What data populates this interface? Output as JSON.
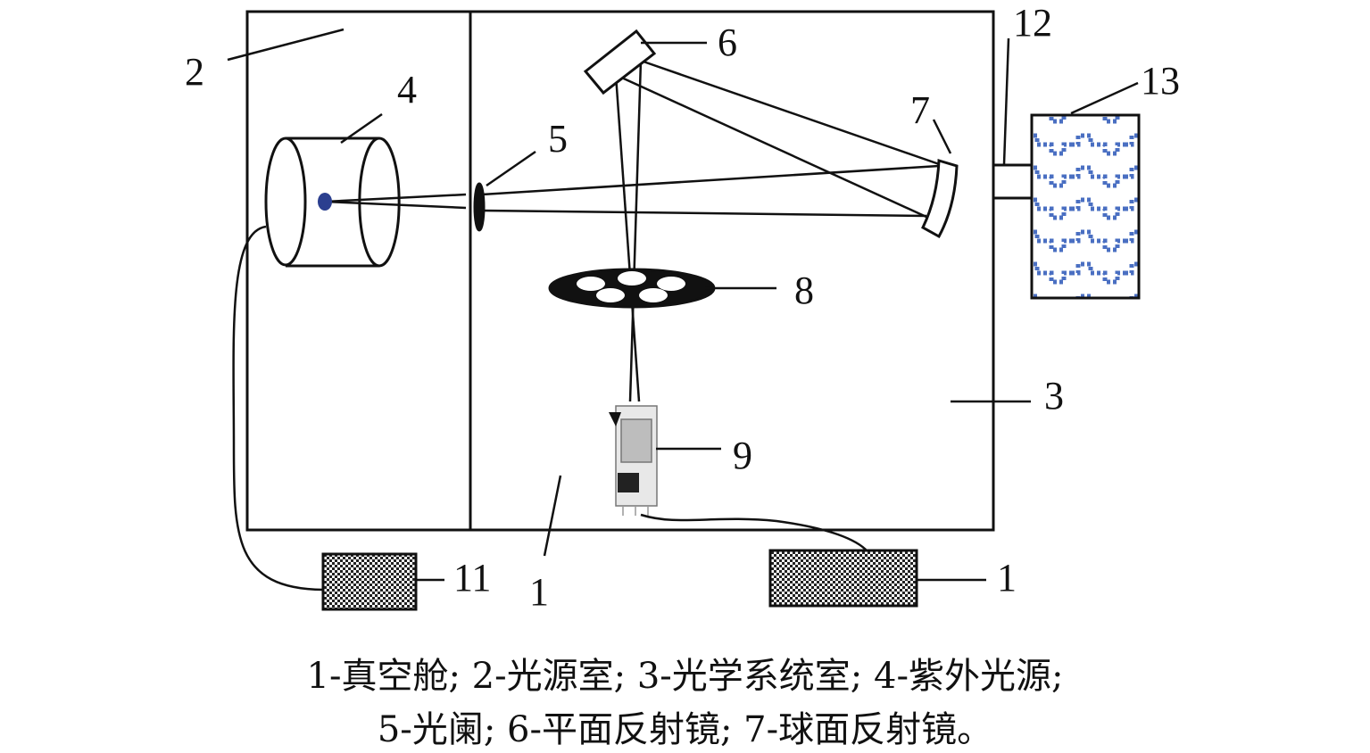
{
  "labels": {
    "l1a": "1",
    "l1b": "1",
    "l2": "2",
    "l3": "3",
    "l4": "4",
    "l5": "5",
    "l6": "6",
    "l7": "7",
    "l8": "8",
    "l9": "9",
    "l11": "11",
    "l12": "12",
    "l13": "13"
  },
  "caption": {
    "line1": "1-真空舱; 2-光源室; 3-光学系统室; 4-紫外光源;",
    "line2": "5-光阑; 6-平面反射镜; 7-球面反射镜。"
  },
  "colors": {
    "line": "#111111",
    "detector_pattern": "#4a6fc2",
    "source_dot": "#2b3f8f"
  }
}
